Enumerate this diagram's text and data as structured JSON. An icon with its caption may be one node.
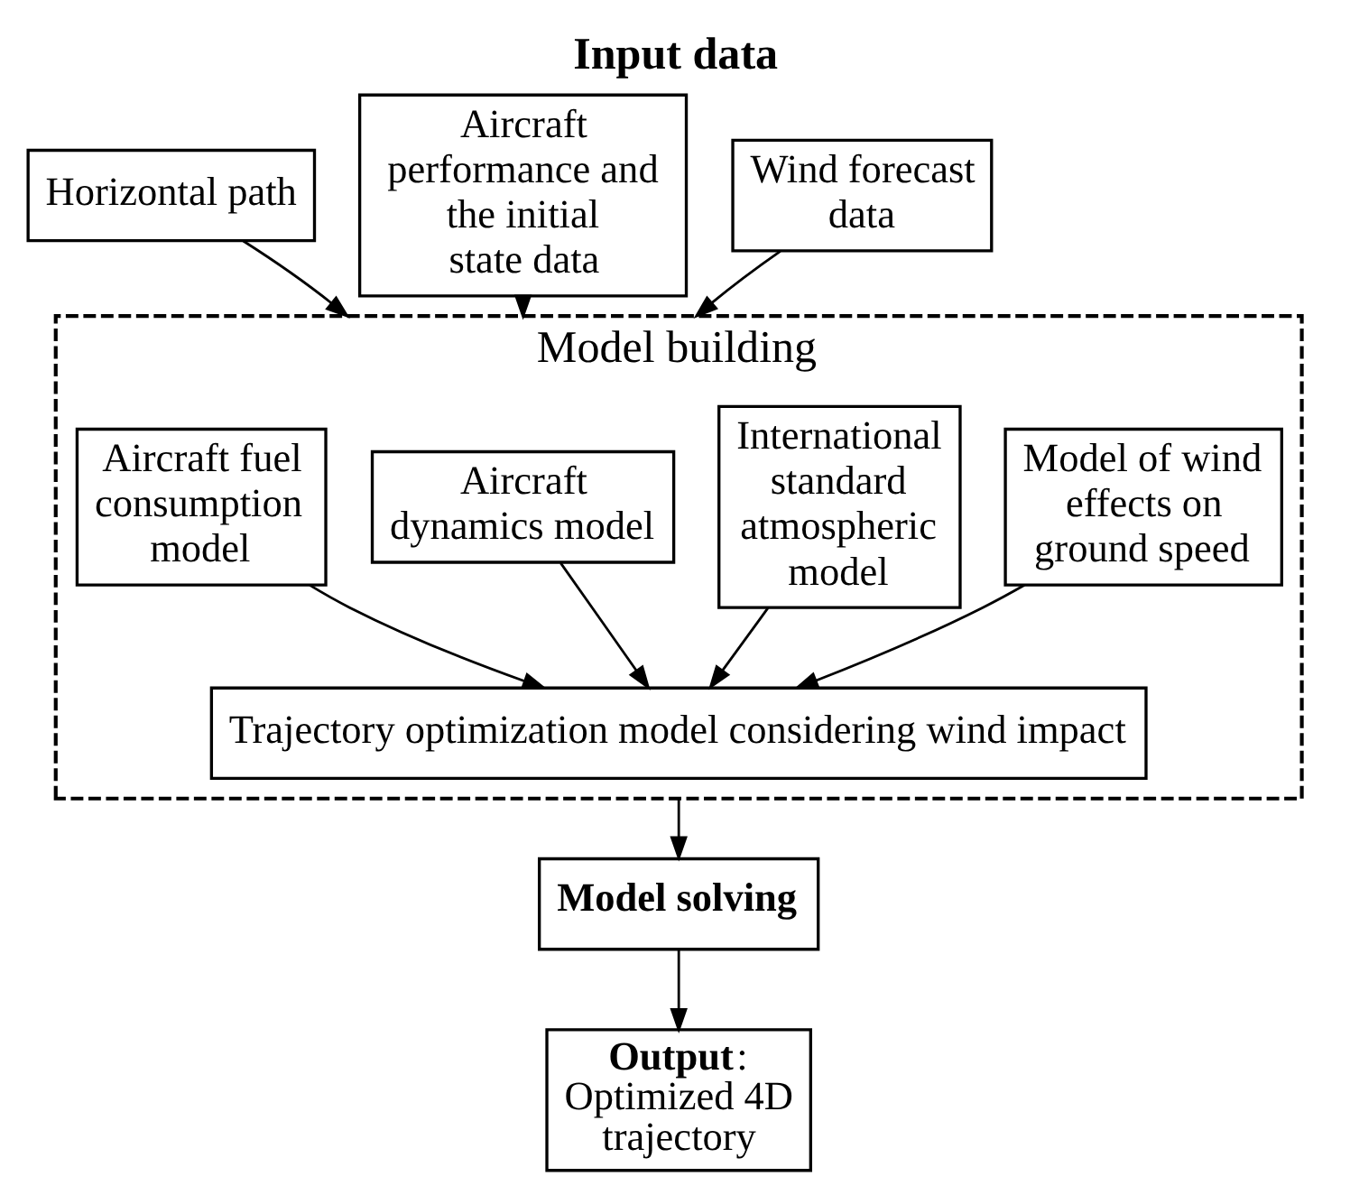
{
  "diagram": {
    "title": "Input data",
    "nodes": [
      {
        "text": [
          "Horizontal path"
        ]
      },
      {
        "text": [
          "Aircraft performance and the initial state data"
        ]
      },
      {
        "text": [
          "Wind forecast data"
        ]
      },
      {
        "text": [
          "Model building"
        ]
      },
      {
        "text": [
          "Model of wind effects on ground speed"
        ],
        "in": 3
      },
      {
        "text": [
          "International standard atmospheric model"
        ],
        "in": 3
      },
      {
        "text": [
          "Aircraft dynamics model"
        ],
        "in": 3
      },
      {
        "text": [
          "Aircraft fuel consumption model"
        ],
        "in": 3
      },
      {
        "text": [
          "Trajectory optimization model considering wind impact"
        ],
        "in": 3
      },
      {
        "text": [
          "Model solving"
        ]
      },
      {
        "text": [
          "**Output**: Optimized 4D trajectory"
        ]
      }
    ],
    "edges": [
      {
        "from": 0,
        "to": 3,
        "arrow": "to"
      },
      {
        "from": 1,
        "to": 3,
        "arrow": "to"
      },
      {
        "from": 2,
        "to": 3,
        "arrow": "to"
      },
      {
        "from": 4,
        "to": 8,
        "arrow": "to"
      },
      {
        "from": 5,
        "to": 8,
        "arrow": "to"
      },
      {
        "from": 6,
        "to": 8,
        "arrow": "to"
      },
      {
        "from": 7,
        "to": 8,
        "arrow": "to"
      },
      {
        "from": 3,
        "to": 9,
        "arrow": "to"
      },
      {
        "from": 9,
        "to": 10,
        "arrow": "to"
      }
    ]
  }
}
